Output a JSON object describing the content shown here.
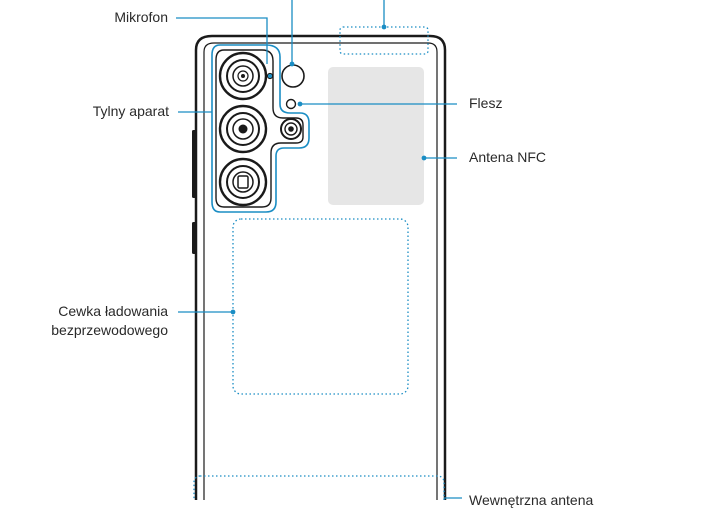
{
  "labels": {
    "mikrofon": "Mikrofon",
    "tylny_aparat": "Tylny aparat",
    "cewka_line1": "Cewka ładowania",
    "cewka_line2": "bezprzewodowego",
    "flesz": "Flesz",
    "antena_nfc": "Antena NFC",
    "wewnetrzna_antena": "Wewnętrzna antena"
  },
  "colors": {
    "leader": "#1a8dc4",
    "outline": "#1a1a1a",
    "nfc_fill": "#e6e6e6",
    "camera_highlight": "#1a8dc4"
  }
}
